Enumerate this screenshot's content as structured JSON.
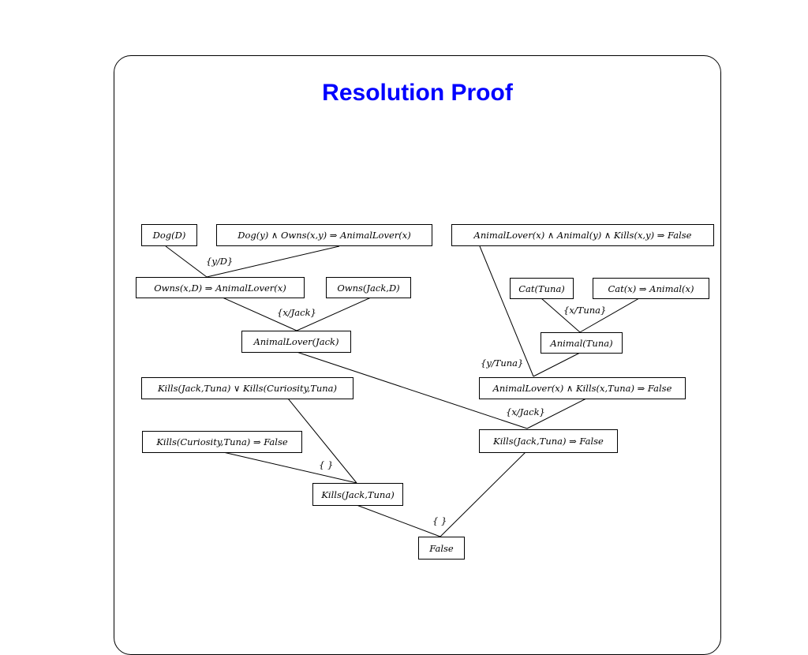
{
  "title": "Resolution Proof",
  "nodes": {
    "dog_d": "Dog(D)",
    "dog_owns_rule": "Dog(y)  ∧  Owns(x,y)  ⇒ AnimalLover(x)",
    "animallover_kills_rule": "AnimalLover(x)  ∧  Animal(y)  ∧  Kills(x,y)  ⇒  False",
    "owns_rule": "Owns(x,D)  ⇒  AnimalLover(x)",
    "owns_jack_d": "Owns(Jack,D)",
    "cat_tuna": "Cat(Tuna)",
    "cat_animal_rule": "Cat(x)  ⇒  Animal(x)",
    "animallover_jack": "AnimalLover(Jack)",
    "animal_tuna": "Animal(Tuna)",
    "kills_disjunction": "Kills(Jack,Tuna)  ∨ Kills(Curiosity,Tuna)",
    "animallover_kills_tuna_rule": "AnimalLover(x)  ∧ Kills(x,Tuna)  ⇒  False",
    "kills_curiosity_rule": "Kills(Curiosity,Tuna)  ⇒  False",
    "kills_jack_rule": "Kills(Jack,Tuna)  ⇒  False",
    "kills_jack_tuna": "Kills(Jack,Tuna)",
    "false": "False"
  },
  "substitutions": {
    "y_d": "{y/D}",
    "x_jack_1": "{x/Jack}",
    "x_tuna": "{x/Tuna}",
    "y_tuna": "{y/Tuna}",
    "x_jack_2": "{x/Jack}",
    "empty_1": "{ }",
    "empty_2": "{ }"
  }
}
